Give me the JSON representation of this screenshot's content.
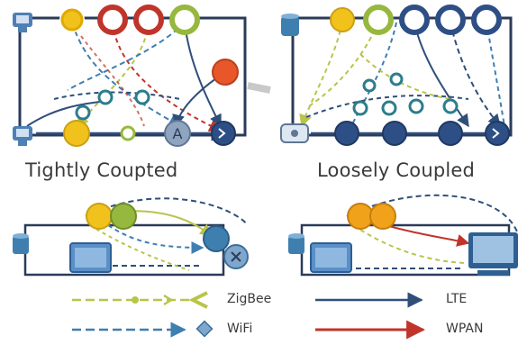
{
  "panels": {
    "tight_title": "Tightly Coupted",
    "loose_title": "Loosely Coupled",
    "node_letter": "A"
  },
  "legend": {
    "zigbee": "ZigBee",
    "wifi": "WiFi",
    "lte": "LTE",
    "wpan": "WPAN"
  },
  "colors": {
    "zigbee": "#b9c44a",
    "wifi": "#3f7fb0",
    "lte": "#2f4f7a",
    "wpan": "#c0352b",
    "yellow": "#f1c21b",
    "orange": "#e8562a",
    "green": "#97b83f",
    "navy": "#2e4f86",
    "teal": "#2c7d8c"
  }
}
